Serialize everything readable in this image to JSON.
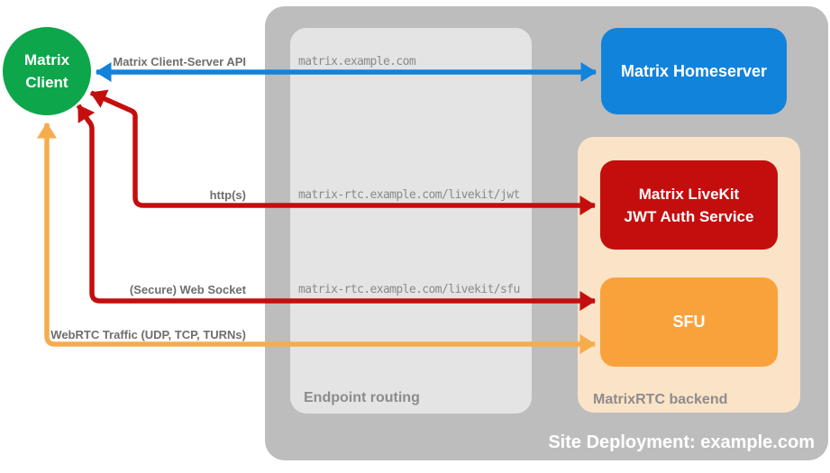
{
  "canvas": {
    "background": "#ffffff"
  },
  "client": {
    "label": "Matrix Client",
    "color": "#0da64b"
  },
  "homeserver": {
    "label": "Matrix Homeserver",
    "color": "#1283db"
  },
  "site_container": {
    "label": "Site Deployment: example.com",
    "color": "#bdbdbd"
  },
  "endpoint_routing": {
    "label": "Endpoint routing",
    "color": "#e4e4e4",
    "endpoints": [
      "matrix.example.com",
      "matrix-rtc.example.com/livekit/jwt",
      "matrix-rtc.example.com/livekit/sfu"
    ]
  },
  "matrixrtc_backend": {
    "label": "MatrixRTC backend",
    "color": "#fbe3c7",
    "jwt_service": {
      "label_line1": "Matrix LiveKit",
      "label_line2": "JWT Auth Service",
      "color": "#c40e0e"
    },
    "sfu": {
      "label": "SFU",
      "color": "#f9a23b"
    }
  },
  "connections": [
    {
      "label": "Matrix Client-Server API",
      "color": "#1283db",
      "from": "Matrix Client",
      "to": "Matrix Homeserver",
      "via": "matrix.example.com",
      "bidirectional": true
    },
    {
      "label": "http(s)",
      "color": "#c40e0e",
      "from": "Matrix Client",
      "to": "Matrix LiveKit JWT Auth Service",
      "via": "matrix-rtc.example.com/livekit/jwt",
      "bidirectional": true
    },
    {
      "label": "(Secure) Web Socket",
      "color": "#c40e0e",
      "from": "Matrix Client",
      "to": "SFU",
      "via": "matrix-rtc.example.com/livekit/sfu",
      "bidirectional": true
    },
    {
      "label": "WebRTC Traffic (UDP, TCP, TURNs)",
      "color": "#f6ac4d",
      "from": "Matrix Client",
      "to": "SFU",
      "bidirectional": true
    }
  ]
}
